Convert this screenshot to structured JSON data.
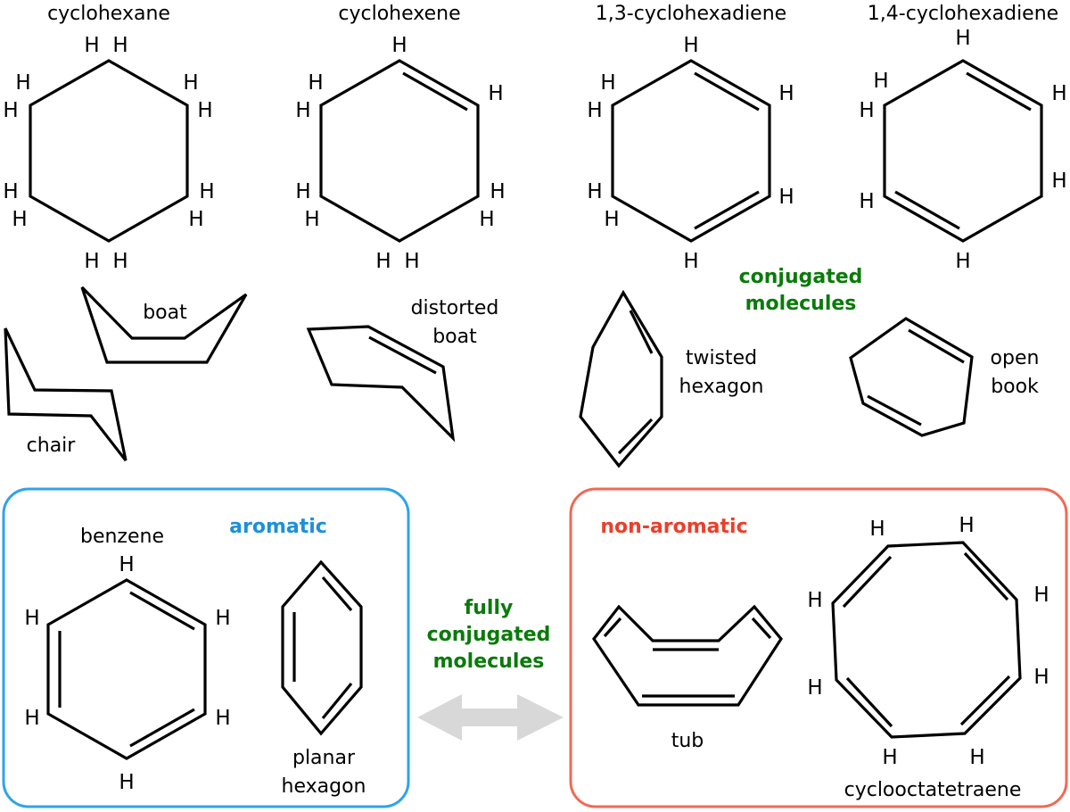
{
  "molecules": {
    "cyclohexane": "cyclohexane",
    "cyclohexene": "cyclohexene",
    "diene13": "1,3-cyclohexadiene",
    "diene14": "1,4-cyclohexadiene",
    "benzene": "benzene",
    "cot": "cyclooctatetraene"
  },
  "conformations": {
    "boat": "boat",
    "chair": "chair",
    "distorted_line1": "distorted",
    "distorted_line2": "boat",
    "twisted_line1": "twisted",
    "twisted_line2": "hexagon",
    "open_line1": "open",
    "open_line2": "book",
    "planar_line1": "planar",
    "planar_line2": "hexagon",
    "tub": "tub"
  },
  "categories": {
    "conjugated_line1": "conjugated",
    "conjugated_line2": "molecules",
    "aromatic": "aromatic",
    "non_aromatic": "non-aromatic",
    "fully_line1": "fully",
    "fully_line2": "conjugated",
    "fully_line3": "molecules"
  },
  "atom_label": "H",
  "colors": {
    "aromatic_box": "#2fa3e8",
    "non_aromatic_box": "#ef6a55",
    "green_text": "#0a7a0a",
    "arrow": "#d8d8d8"
  }
}
